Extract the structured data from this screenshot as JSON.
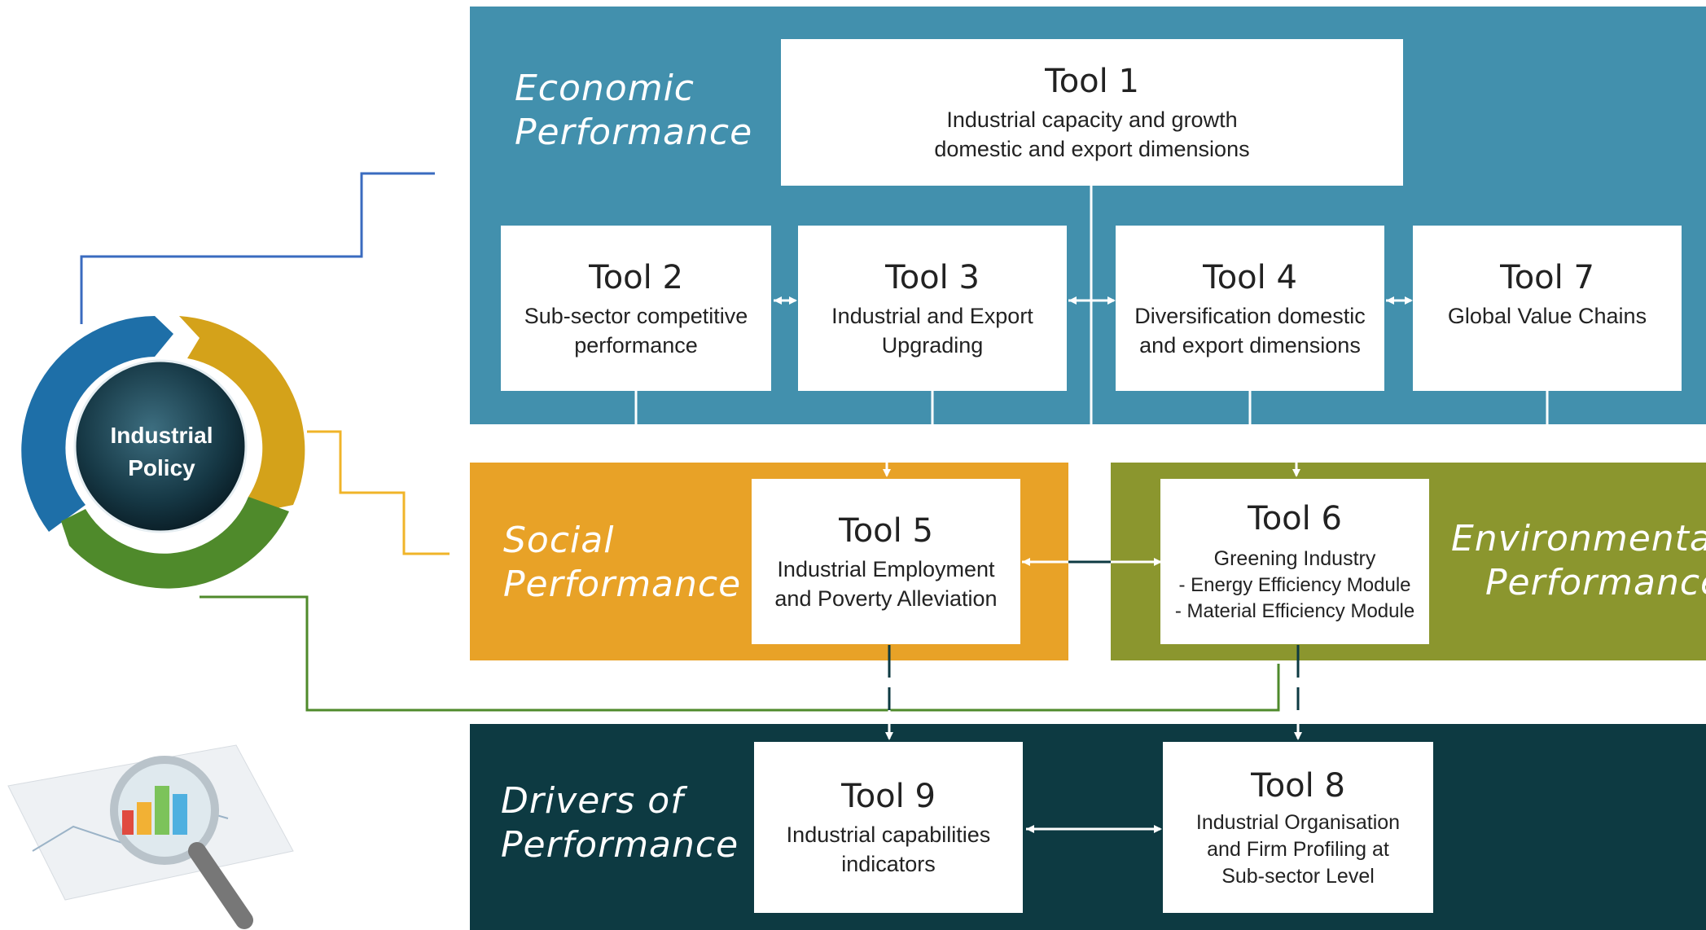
{
  "core": {
    "label_line1": "Industrial",
    "label_line2": "Policy"
  },
  "panels": {
    "economic": {
      "line1": "Economic",
      "line2": "Performance",
      "color": "#4290ad"
    },
    "social": {
      "line1": "Social",
      "line2": "Performance",
      "color": "#e8a227"
    },
    "environmental": {
      "line1": "Environmental",
      "line2": "Performance",
      "color": "#8b962e"
    },
    "drivers": {
      "line1": "Drivers of",
      "line2": "Performance",
      "color": "#0d3a42"
    }
  },
  "tools": {
    "t1": {
      "name": "Tool 1",
      "desc": "Industrial capacity and growth\ndomestic and export dimensions"
    },
    "t2": {
      "name": "Tool 2",
      "desc": "Sub-sector competitive\nperformance"
    },
    "t3": {
      "name": "Tool 3",
      "desc": "Industrial and Export\nUpgrading"
    },
    "t4": {
      "name": "Tool 4",
      "desc": "Diversification domestic\nand export dimensions"
    },
    "t7": {
      "name": "Tool 7",
      "desc": "Global Value Chains"
    },
    "t5": {
      "name": "Tool 5",
      "desc": "Industrial Employment\nand Poverty Alleviation"
    },
    "t6": {
      "name": "Tool 6",
      "desc": "Greening Industry",
      "sub": "- Energy Efficiency Module\n- Material Efficiency Module"
    },
    "t9": {
      "name": "Tool 9",
      "desc": "Industrial capabilities\nindicators"
    },
    "t8": {
      "name": "Tool 8",
      "desc": "Industrial Organisation\nand Firm Profiling at\nSub-sector Level"
    }
  },
  "colors": {
    "connector_blue": "#3a6bbf",
    "connector_yellow": "#f0b429",
    "connector_green": "#4f8a2b"
  }
}
